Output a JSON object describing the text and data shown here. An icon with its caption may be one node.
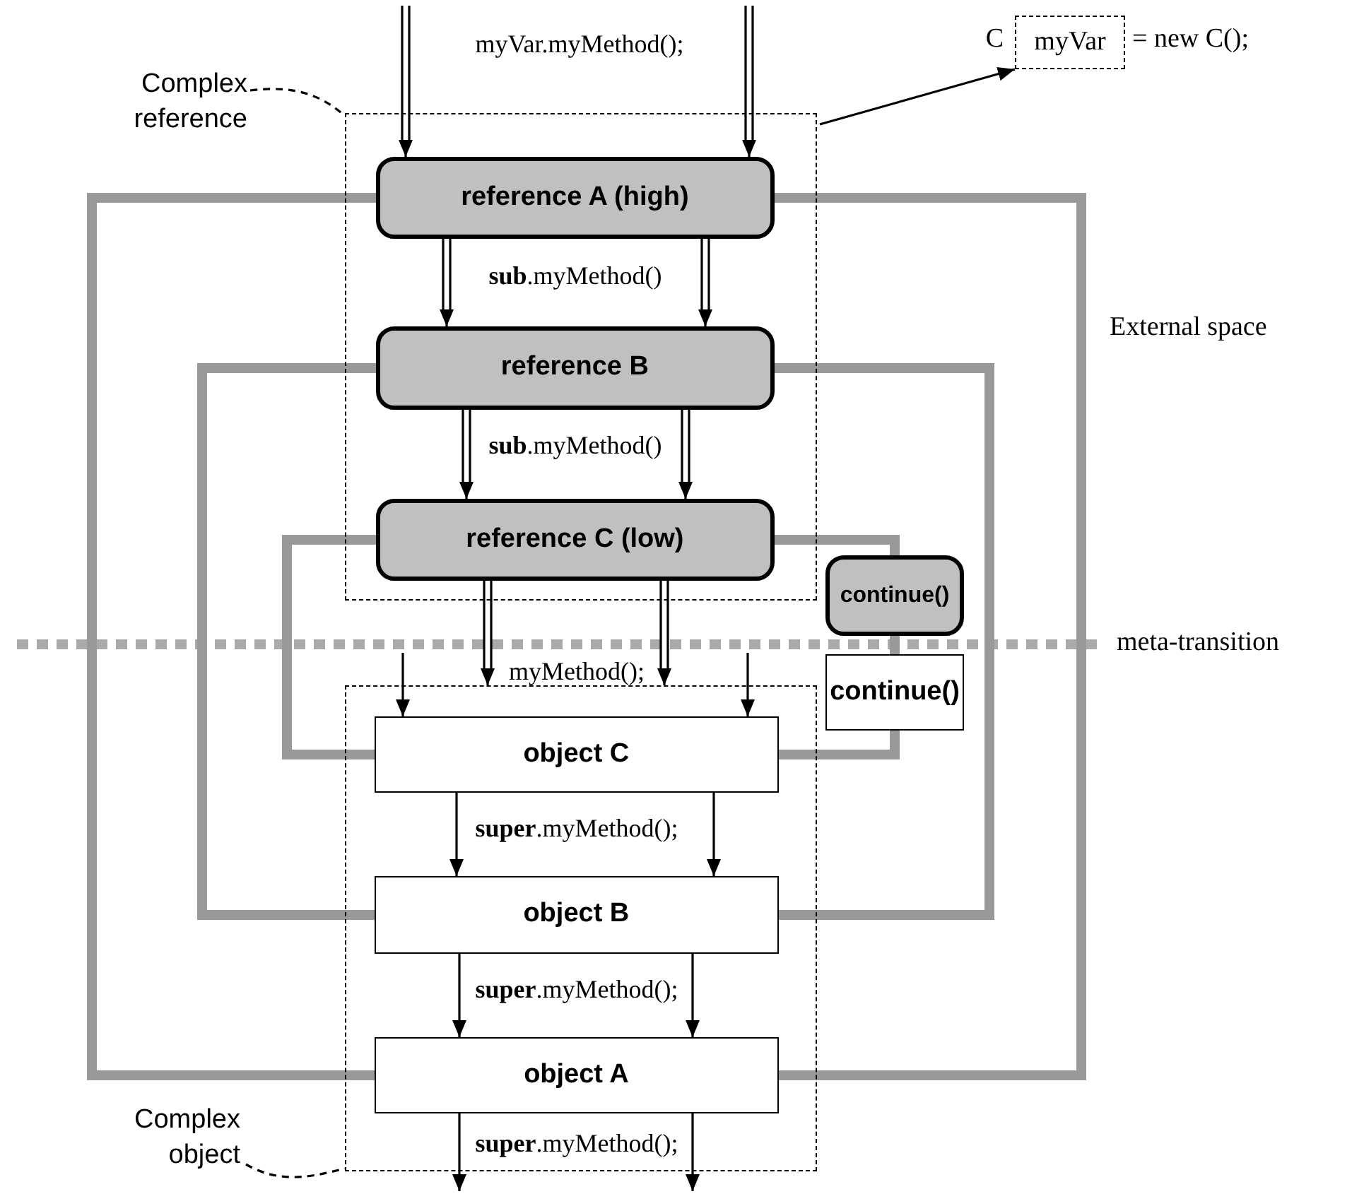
{
  "diagram": {
    "nodes": [
      {
        "text": [
          "Complex reference"
        ]
      },
      {
        "text": [],
        "shape": "box"
      },
      {
        "text": [
          "reference A (high)"
        ],
        "in": 1
      },
      {
        "text": [
          "reference B"
        ],
        "in": 1
      },
      {
        "text": [
          "reference C (low)"
        ],
        "in": 1
      },
      {
        "text": [
          "myVar"
        ],
        "beside": [
          "C",
          "= new C();"
        ]
      },
      {
        "text": [
          "continue()"
        ]
      },
      {
        "text": [
          "continue()"
        ]
      },
      {
        "text": [
          "Complex object"
        ]
      },
      {
        "text": [],
        "shape": "box"
      },
      {
        "text": [
          "object C"
        ],
        "in": 9
      },
      {
        "text": [
          "object B"
        ],
        "in": 9
      },
      {
        "text": [
          "object A"
        ],
        "in": 9
      }
    ],
    "edges": [
      {
        "from": null,
        "to": 2,
        "arrow": "to",
        "label": "myVar.myMethod();"
      },
      {
        "from": null,
        "to": 2,
        "arrow": "to"
      },
      {
        "from": 2,
        "to": 3,
        "arrow": "to",
        "label": "**sub**.myMethod()"
      },
      {
        "from": 2,
        "to": 3,
        "arrow": "to"
      },
      {
        "from": 3,
        "to": 4,
        "arrow": "to",
        "label": "**sub**.myMethod()"
      },
      {
        "from": 3,
        "to": 4,
        "arrow": "to"
      },
      {
        "from": 4,
        "to": 9,
        "arrow": "to",
        "label": "myMethod();"
      },
      {
        "from": 4,
        "to": 9,
        "arrow": "to"
      },
      {
        "from": null,
        "to": 10,
        "arrow": "to"
      },
      {
        "from": null,
        "to": 10,
        "arrow": "to"
      },
      {
        "from": 10,
        "to": 11,
        "arrow": "to",
        "label": "**super**.myMethod();"
      },
      {
        "from": 10,
        "to": 11,
        "arrow": "to"
      },
      {
        "from": 11,
        "to": 12,
        "arrow": "to",
        "label": "**super**.myMethod();"
      },
      {
        "from": 11,
        "to": 12,
        "arrow": "to"
      },
      {
        "from": 12,
        "to": null,
        "arrow": "to",
        "label": "**super**.myMethod();"
      },
      {
        "from": 12,
        "to": null,
        "arrow": "to"
      },
      {
        "from": 2,
        "to": 12,
        "arrow": "none",
        "style": "thick",
        "color": "#999999"
      },
      {
        "from": 2,
        "to": 12,
        "arrow": "none",
        "style": "thick",
        "color": "#999999"
      },
      {
        "from": 3,
        "to": 11,
        "arrow": "none",
        "style": "thick",
        "color": "#999999"
      },
      {
        "from": 3,
        "to": 11,
        "arrow": "none",
        "style": "thick",
        "color": "#999999"
      },
      {
        "from": 4,
        "to": 10,
        "arrow": "none",
        "style": "thick",
        "color": "#999999"
      },
      {
        "from": 4,
        "to": 6,
        "arrow": "none",
        "style": "thick",
        "color": "#999999"
      },
      {
        "from": 6,
        "to": 7,
        "arrow": "none",
        "style": "thick",
        "color": "#999999"
      },
      {
        "from": 7,
        "to": 10,
        "arrow": "none",
        "style": "thick",
        "color": "#999999"
      },
      {
        "from": 0,
        "to": 1,
        "arrow": "none",
        "style": "dashed"
      },
      {
        "from": 8,
        "to": 9,
        "arrow": "none",
        "style": "dashed"
      },
      {
        "from": 1,
        "to": 5,
        "arrow": "to"
      }
    ],
    "labels": [
      "External space",
      "meta-transition"
    ]
  }
}
